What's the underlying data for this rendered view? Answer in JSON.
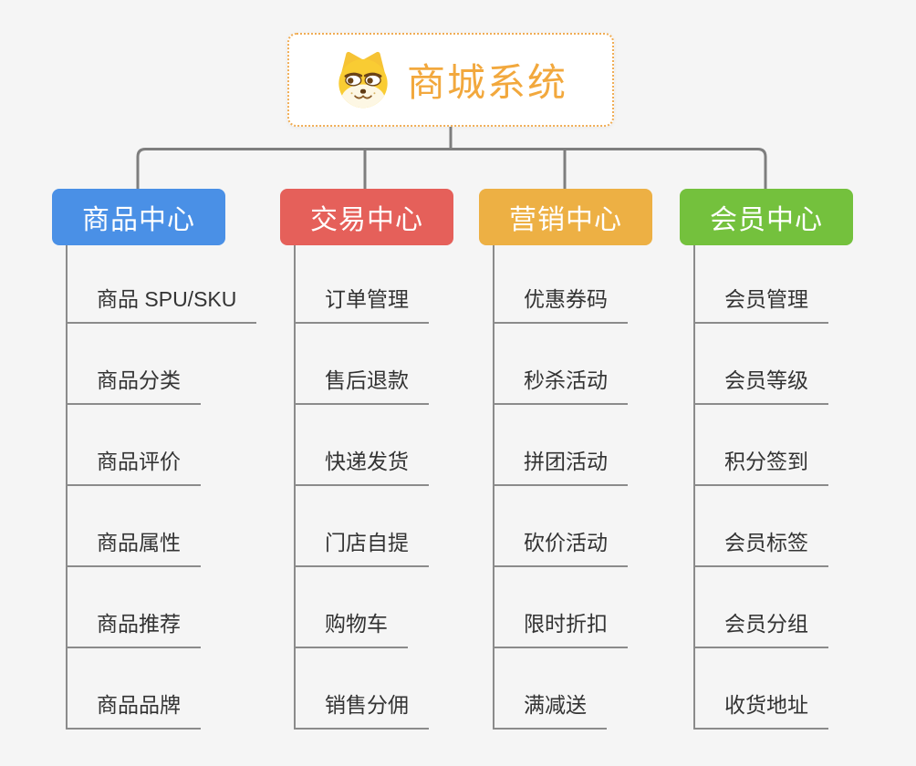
{
  "root": {
    "title": "商城系统",
    "icon": "doge-icon",
    "title_color": "#f2a83d",
    "border_color": "#f0ad55"
  },
  "branches": [
    {
      "label": "商品中心",
      "color": "#4a90e6",
      "items": [
        "商品 SPU/SKU",
        "商品分类",
        "商品评价",
        "商品属性",
        "商品推荐",
        "商品品牌"
      ]
    },
    {
      "label": "交易中心",
      "color": "#e5605a",
      "items": [
        "订单管理",
        "售后退款",
        "快递发货",
        "门店自提",
        "购物车",
        "销售分佣"
      ]
    },
    {
      "label": "营销中心",
      "color": "#edb044",
      "items": [
        "优惠券码",
        "秒杀活动",
        "拼团活动",
        "砍价活动",
        "限时折扣",
        "满减送"
      ]
    },
    {
      "label": "会员中心",
      "color": "#74c13d",
      "items": [
        "会员管理",
        "会员等级",
        "积分签到",
        "会员标签",
        "会员分组",
        "收货地址"
      ]
    }
  ],
  "colors": {
    "background": "#f5f5f5",
    "connector": "#7e7e7e",
    "spine_and_underline": "#8b8b8b",
    "leaf_text": "#333333"
  }
}
